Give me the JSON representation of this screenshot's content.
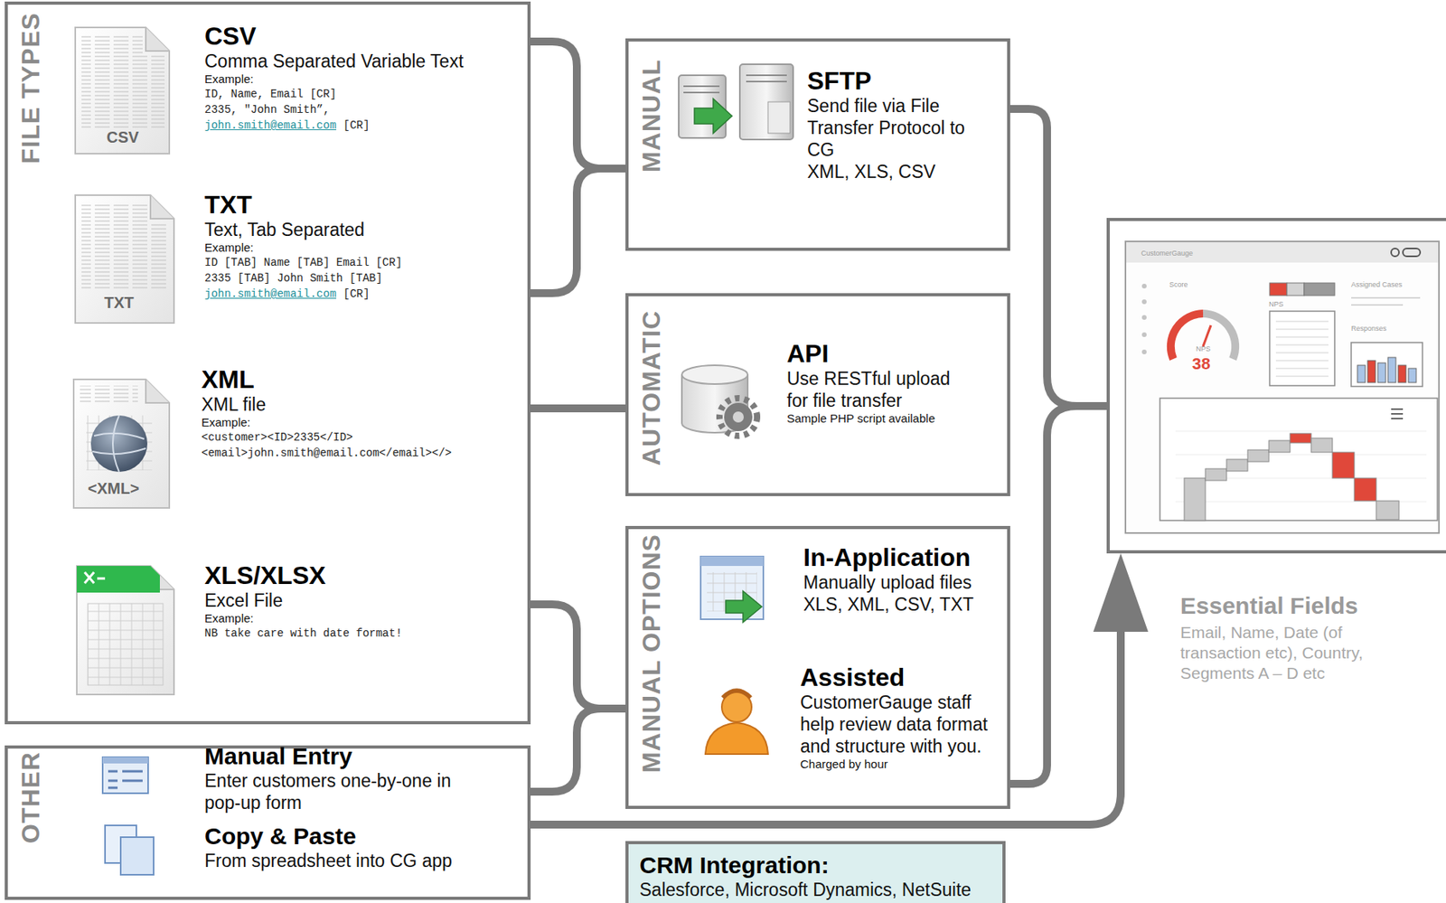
{
  "diagram": {
    "nodes": [
      {
        "text": [
          "FILE TYPES"
        ]
      },
      {
        "text": [
          "CSV",
          "Comma Separated Variable Text",
          "Example:",
          "ID, Name, Email [CR]",
          "2335, \"John Smith”,",
          "john.smith@email.com",
          "[CR]"
        ],
        "in": 0
      },
      {
        "text": [
          "TXT",
          "Text, Tab Separated",
          "Example:",
          "ID [TAB] Name [TAB] Email [CR]",
          "2335 [TAB] John Smith [TAB]",
          "john.smith@email.com",
          "[CR]"
        ],
        "in": 0
      },
      {
        "text": [
          "XML",
          "XML file",
          "Example:",
          "<customer><ID>2335</ID>",
          "<email>john.smith@email.com</email></>"
        ],
        "in": 0
      },
      {
        "text": [
          "XLS/XLSX",
          "Excel File",
          "Example:",
          "NB take care with date format!"
        ],
        "in": 0
      },
      {
        "text": [
          "OTHER"
        ]
      },
      {
        "text": [
          "Manual Entry",
          "Enter customers one-by-one in pop-up form"
        ],
        "in": 5
      },
      {
        "text": [
          "Copy & Paste",
          "From spreadsheet into CG app"
        ],
        "in": 5
      },
      {
        "text": [
          "MANUAL"
        ]
      },
      {
        "text": [
          "SFTP",
          "Send file via File Transfer Protocol to CG",
          "XML, XLS, CSV"
        ],
        "in": 8
      },
      {
        "text": [
          "AUTOMATIC"
        ]
      },
      {
        "text": [
          "API",
          "Use RESTful upload for file transfer",
          "Sample PHP script available"
        ],
        "in": 10
      },
      {
        "text": [
          "MANUAL OPTIONS"
        ]
      },
      {
        "text": [
          "In-Application",
          "Manually upload files XLS, XML, CSV, TXT"
        ],
        "in": 12
      },
      {
        "text": [
          "Assisted",
          "CustomerGauge staff help review data format and structure with you.",
          "Charged by hour"
        ],
        "in": 12
      },
      {
        "text": [
          "CRM Integration:",
          "Salesforce, Microsoft Dynamics, NetSuite"
        ]
      },
      {
        "text": [
          "CustomerGauge",
          "Score",
          "NPS",
          "Assigned Cases",
          "Responses",
          "NPS",
          "38"
        ]
      }
    ],
    "edges": [
      {
        "from": 1,
        "to": 8,
        "arrow": "none"
      },
      {
        "from": 2,
        "to": 8,
        "arrow": "none"
      },
      {
        "from": 3,
        "to": 10,
        "arrow": "none"
      },
      {
        "from": 4,
        "to": 12,
        "arrow": "none"
      },
      {
        "from": 6,
        "to": 12,
        "arrow": "none"
      },
      {
        "from": 8,
        "to": 16,
        "arrow": "none"
      },
      {
        "from": 12,
        "to": 16,
        "arrow": "none"
      },
      {
        "from": 7,
        "to": 16,
        "arrow": "to"
      }
    ],
    "labels": [
      "CSV",
      "TXT",
      "<XML>",
      "Essential Fields",
      "Email, Name, Date (of transaction etc), Country, Segments A – D etc"
    ]
  }
}
